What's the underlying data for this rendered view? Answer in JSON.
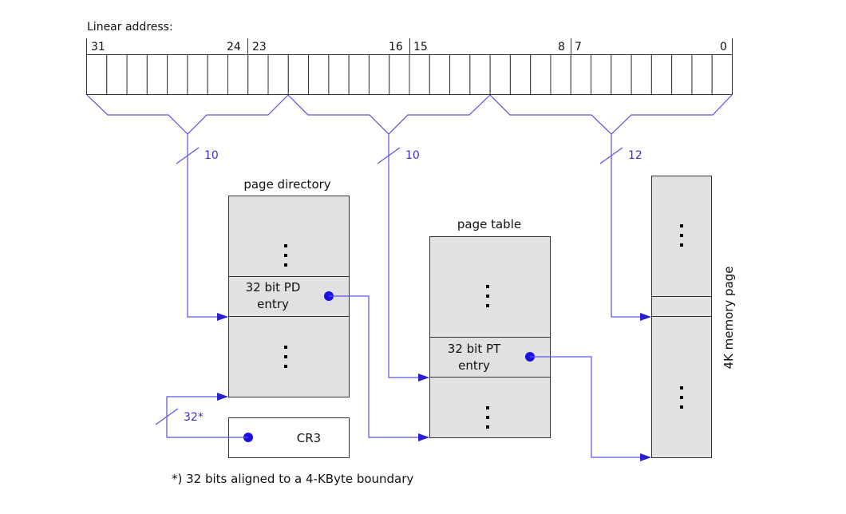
{
  "colors": {
    "wire": "#5a50e6",
    "box_fill": "#e1e1e1",
    "dot": "#1a10e0"
  },
  "linear_address": {
    "title": "Linear address:",
    "bit_labels": [
      "31",
      "24",
      "23",
      "16",
      "15",
      "8",
      "7",
      "0"
    ]
  },
  "field_widths": {
    "directory": "10",
    "table": "10",
    "offset": "12",
    "cr3": "32*"
  },
  "page_directory": {
    "title": "page directory",
    "entry_line1": "32 bit PD",
    "entry_line2": "entry"
  },
  "page_table": {
    "title": "page table",
    "entry_line1": "32 bit PT",
    "entry_line2": "entry"
  },
  "memory_page": {
    "title": "4K memory page"
  },
  "cr3": {
    "label": "CR3"
  },
  "footnote": "*) 32 bits aligned to a 4-KByte boundary"
}
